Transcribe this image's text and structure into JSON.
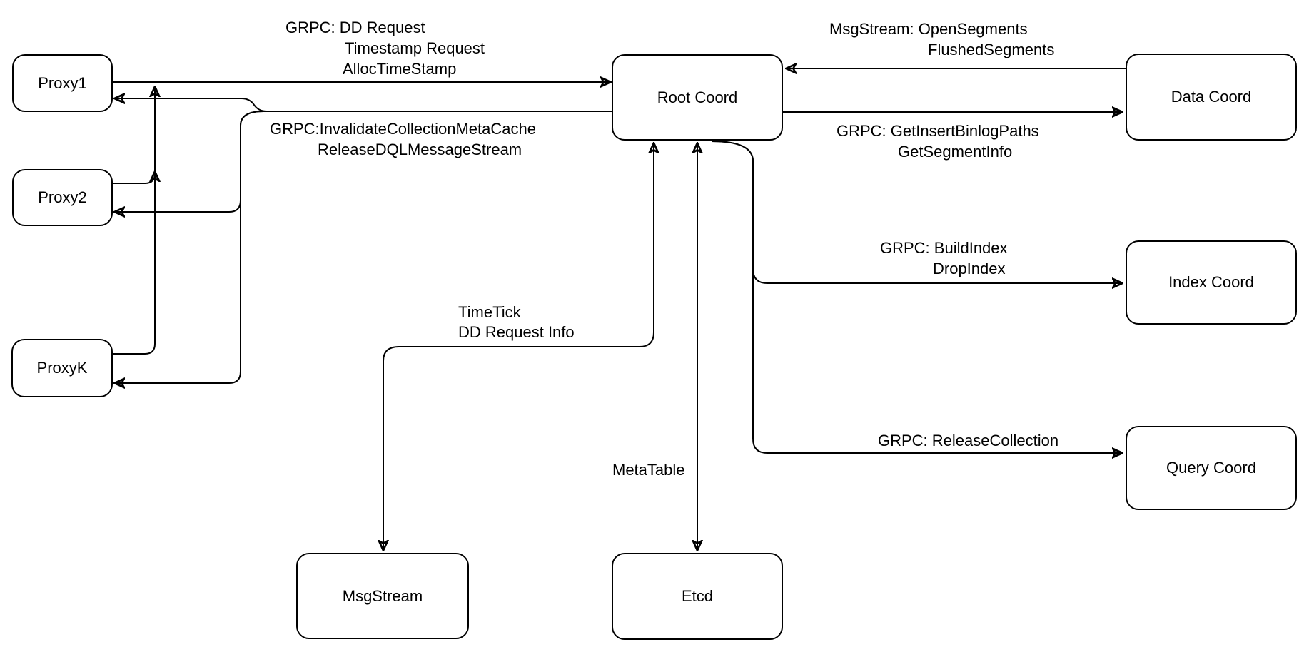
{
  "diagram": {
    "nodes": {
      "proxy1": {
        "label": "Proxy1"
      },
      "proxy2": {
        "label": "Proxy2"
      },
      "proxyk": {
        "label": "ProxyK"
      },
      "root_coord": {
        "label": "Root Coord"
      },
      "data_coord": {
        "label": "Data Coord"
      },
      "index_coord": {
        "label": "Index Coord"
      },
      "query_coord": {
        "label": "Query Coord"
      },
      "msgstream": {
        "label": "MsgStream"
      },
      "etcd": {
        "label": "Etcd"
      }
    },
    "edge_labels": {
      "proxies_to_root": {
        "line1": "GRPC: DD Request",
        "line2": "Timestamp Request",
        "line3": "AllocTimeStamp"
      },
      "root_to_proxies": {
        "line1": "GRPC:InvalidateCollectionMetaCache",
        "line2": "ReleaseDQLMessageStream"
      },
      "data_to_root": {
        "line1": "MsgStream: OpenSegments",
        "line2": "FlushedSegments"
      },
      "root_to_data": {
        "line1": "GRPC: GetInsertBinlogPaths",
        "line2": "GetSegmentInfo"
      },
      "root_to_index": {
        "line1": "GRPC: BuildIndex",
        "line2": "DropIndex"
      },
      "root_to_query": {
        "line1": "GRPC: ReleaseCollection"
      },
      "root_to_msgstream": {
        "line1": "TimeTick",
        "line2": "DD Request Info"
      },
      "root_to_etcd": {
        "line1": "MetaTable"
      }
    },
    "colors": {
      "stroke": "#000000",
      "background": "#ffffff"
    }
  }
}
